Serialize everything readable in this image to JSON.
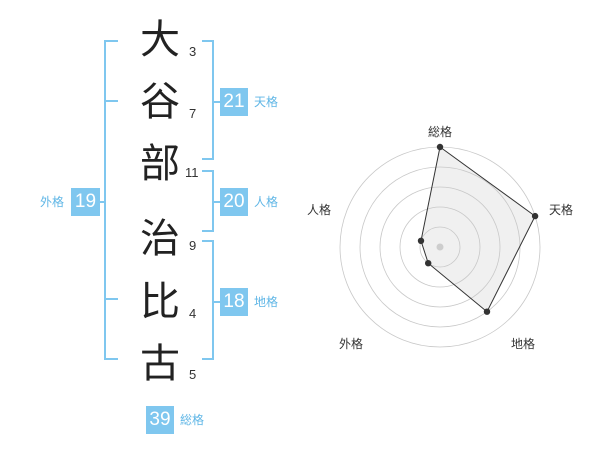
{
  "name": {
    "characters": [
      {
        "char": "大",
        "strokes": "3"
      },
      {
        "char": "谷",
        "strokes": "7"
      },
      {
        "char": "部",
        "strokes": "11"
      },
      {
        "char": "治",
        "strokes": "9"
      },
      {
        "char": "比",
        "strokes": "4"
      },
      {
        "char": "古",
        "strokes": "5"
      }
    ]
  },
  "fortune": {
    "tenkaku": {
      "value": "21",
      "label": "天格"
    },
    "jinkaku": {
      "value": "20",
      "label": "人格"
    },
    "chikaku": {
      "value": "18",
      "label": "地格"
    },
    "gaikaku": {
      "value": "19",
      "label": "外格"
    },
    "soukaku": {
      "value": "39",
      "label": "総格"
    }
  },
  "colors": {
    "accent": "#7fc7ef",
    "label": "#5fb6e6"
  },
  "chart_data": {
    "type": "radar",
    "axes": [
      "総格",
      "天格",
      "地格",
      "外格",
      "人格"
    ],
    "values": [
      5,
      5,
      4,
      1,
      1
    ],
    "max": 5,
    "rings": 5
  }
}
